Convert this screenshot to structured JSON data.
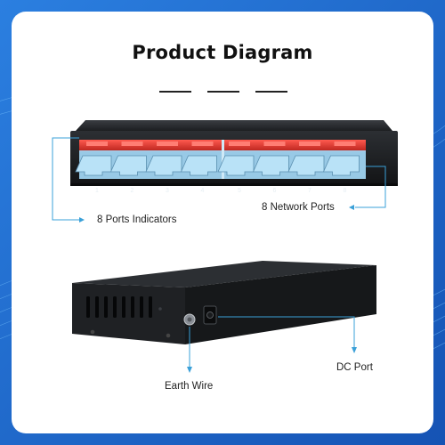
{
  "title": "Product Diagram",
  "labels": {
    "port_indicators": "8 Ports Indicators",
    "network_ports": "8 Network Ports",
    "earth_wire": "Earth Wire",
    "dc_port": "DC Port"
  },
  "port_numbers": [
    "1",
    "2",
    "3",
    "4",
    "5",
    "6",
    "7",
    "8"
  ],
  "colors": {
    "background_blue": "#1e66c9",
    "card": "#ffffff",
    "callout_line": "#3aa0d8",
    "indicator_red": "#d8322b",
    "port_highlight": "#9fd3f0",
    "device_body": "#1b1d20"
  }
}
